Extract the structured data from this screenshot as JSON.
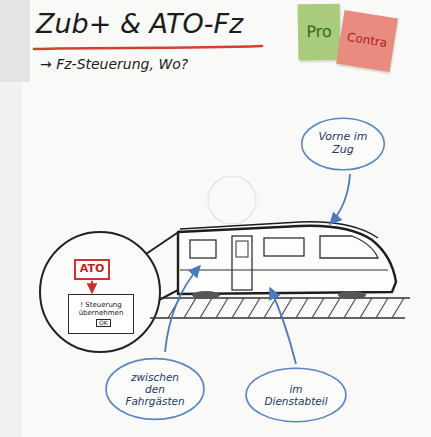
{
  "diagram": {
    "title": "Zub+ & ATO-Fz",
    "nodes": [
      {
        "text": [
          "Pro"
        ]
      },
      {
        "text": [
          "Contra"
        ]
      },
      {
        "text": [
          "Vorne im Zug"
        ]
      },
      {
        "text": [
          "ATO"
        ]
      },
      {
        "text": [
          "! Steuerung übernehmen"
        ]
      },
      {
        "text": [
          "OK"
        ],
        "in": 4
      },
      {
        "text": [
          "zwischen den Fahrgästen"
        ]
      },
      {
        "text": [
          "im Dienstabteil"
        ]
      }
    ],
    "edges": [
      {
        "from": 3,
        "to": 4,
        "arrow": "to"
      }
    ],
    "labels": [
      "→ Fz-Steuerung, Wo?"
    ]
  }
}
